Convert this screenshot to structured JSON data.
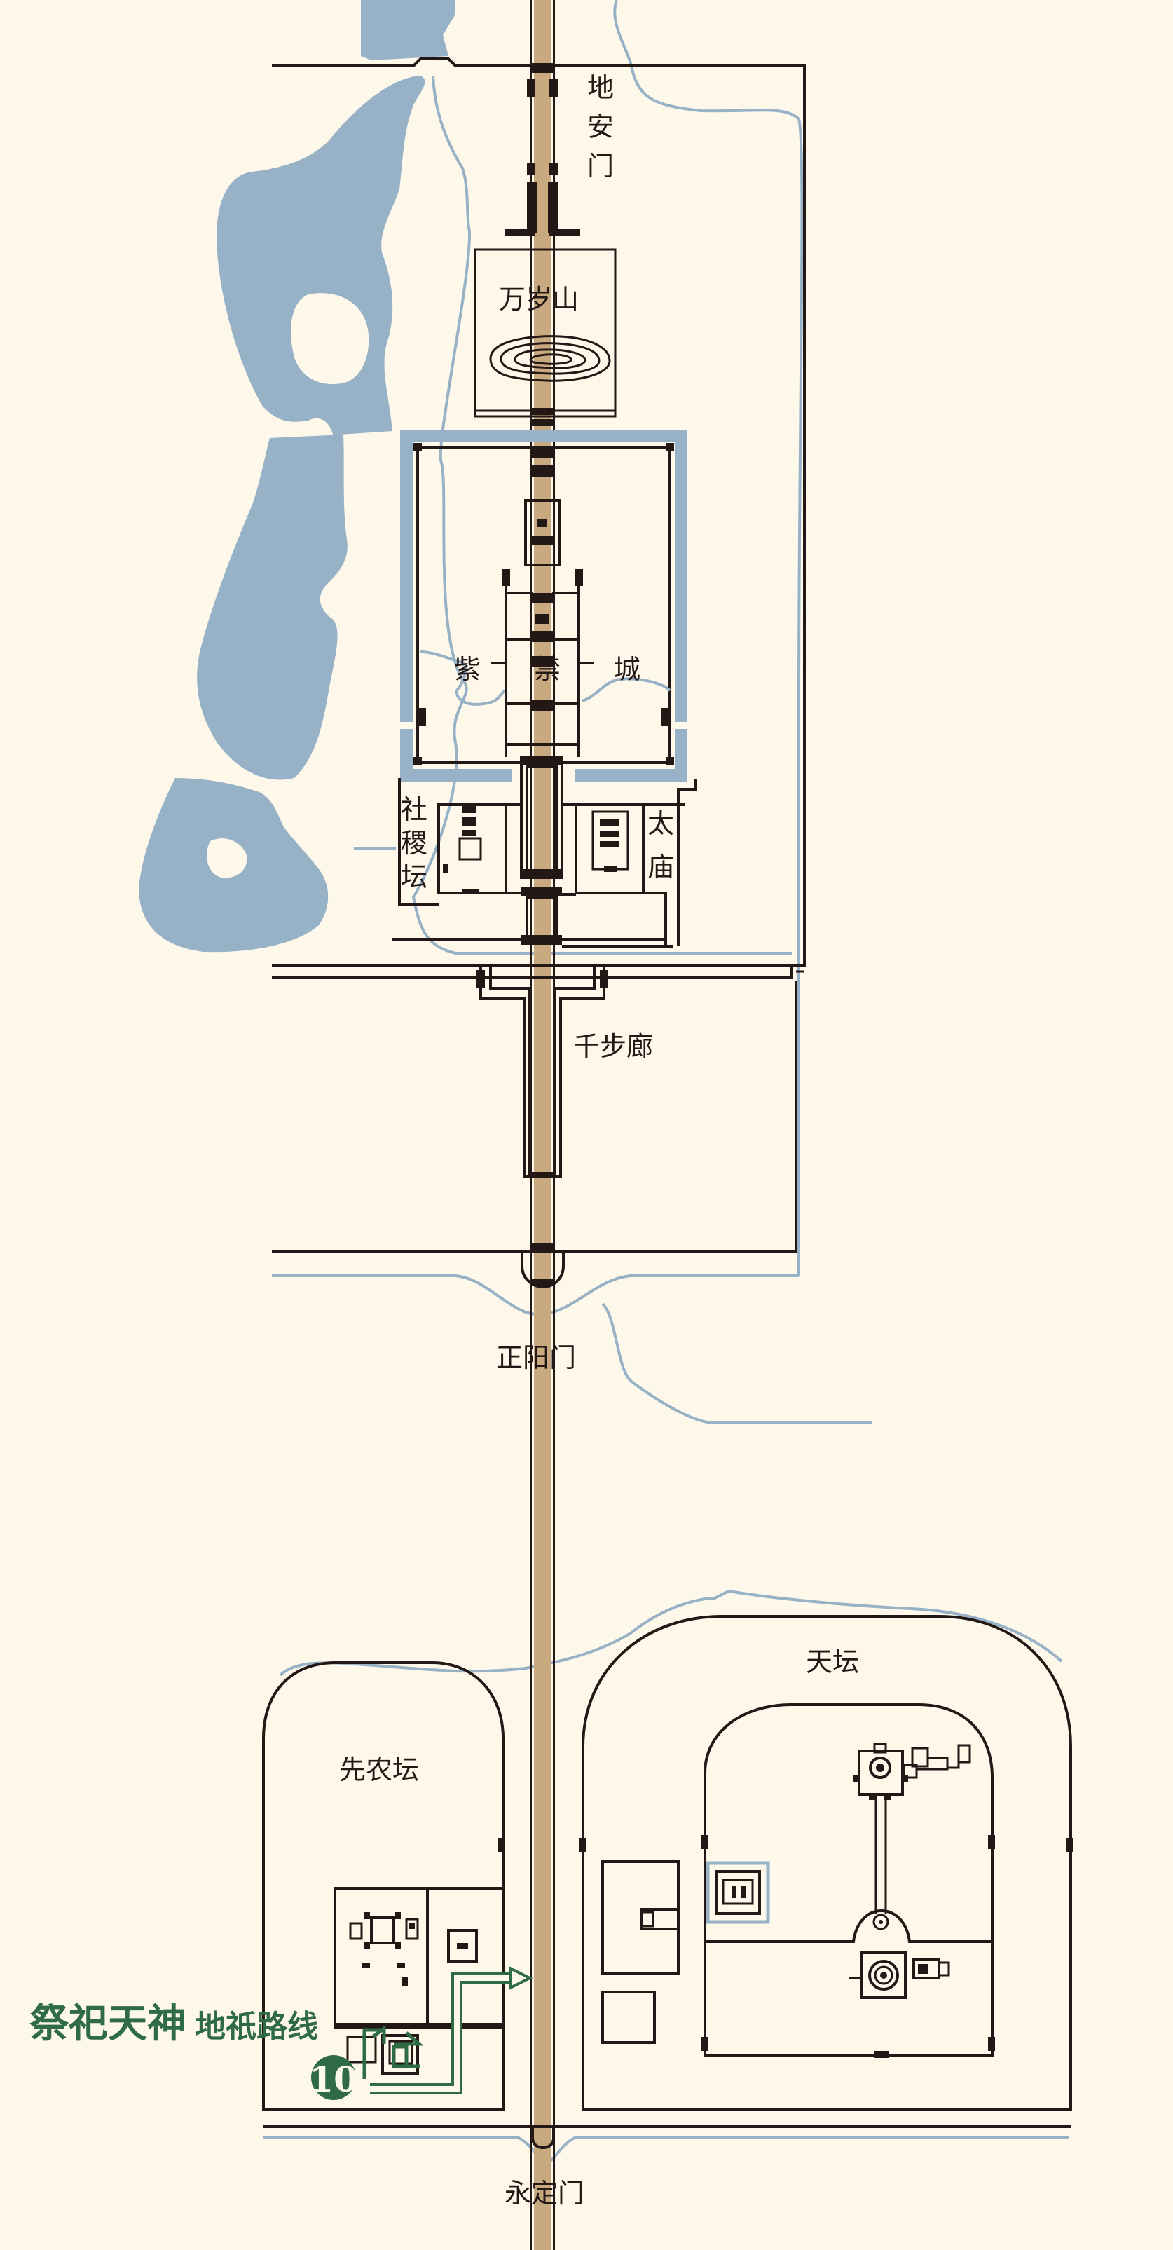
{
  "labels": {
    "di_an_men": [
      "地",
      "安",
      "门"
    ],
    "wan_sui_shan": "万岁山",
    "zi_jin_cheng": [
      "紫",
      "禁",
      "城"
    ],
    "she_ji_tan": [
      "社",
      "稷",
      "坛"
    ],
    "tai_miao": [
      "太",
      "庙"
    ],
    "qian_bu_lang": "千步廊",
    "zheng_yang_men": "正阳门",
    "tian_tan": "天坛",
    "xian_nong_tan": "先农坛",
    "yong_ding_men": "永定门"
  },
  "route": {
    "title_main": "祭祀天神",
    "title_sub": "地祇路线",
    "number": "10"
  },
  "colors": {
    "background": "#fdf8ea",
    "water": "#97b1c7",
    "line": "#231815",
    "axis": "#c9a97f",
    "route": "#2f6b45"
  }
}
